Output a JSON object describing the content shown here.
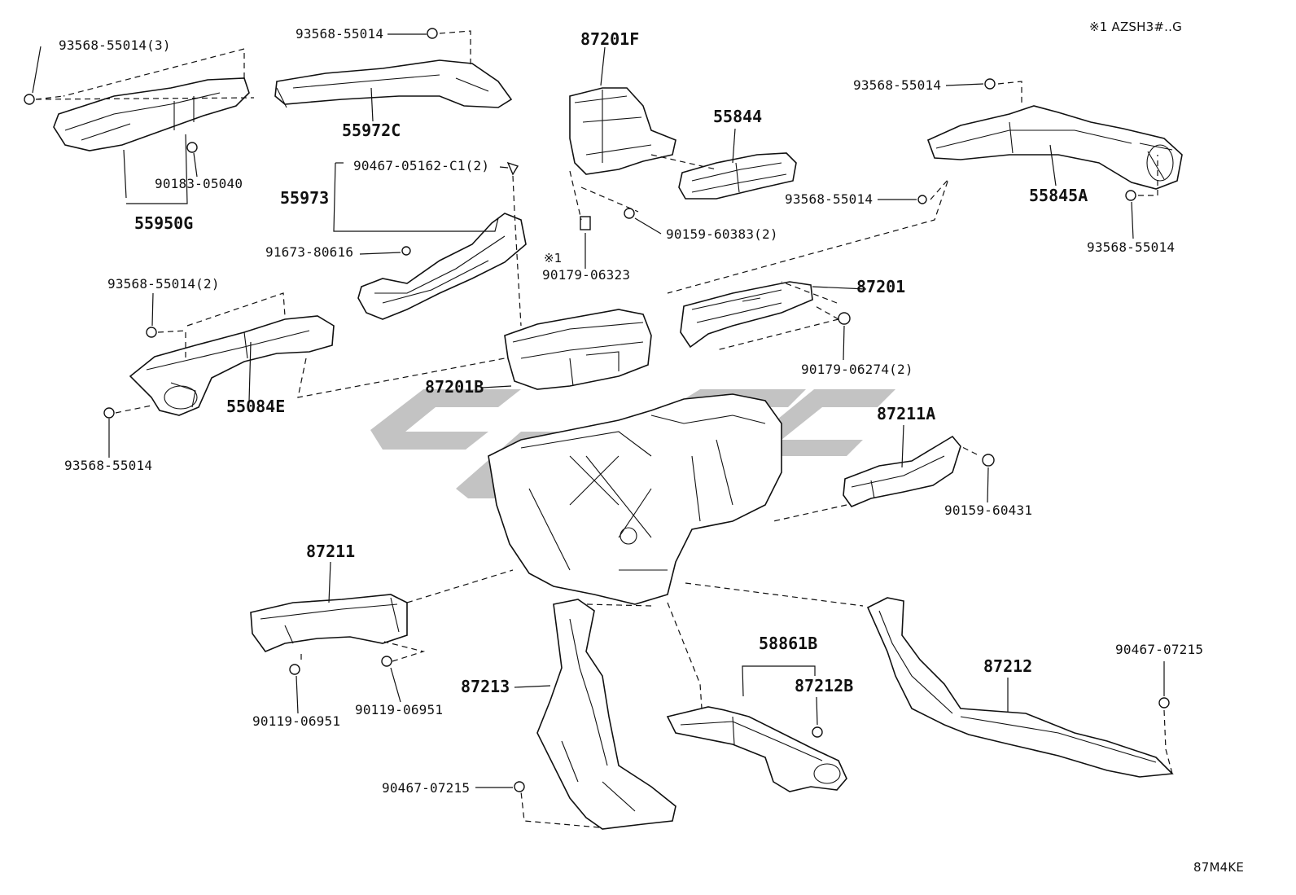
{
  "note": "※1 AZSH3#..G",
  "diagram_code": "87M4KE",
  "callouts": [
    {
      "id": "c1",
      "text": "93568-55014(3)"
    },
    {
      "id": "c2",
      "text": "93568-55014"
    },
    {
      "id": "c3",
      "text": "87201F"
    },
    {
      "id": "c4",
      "text": "55844"
    },
    {
      "id": "c5",
      "text": "93568-55014"
    },
    {
      "id": "c6",
      "text": "55972C"
    },
    {
      "id": "c7",
      "text": "90183-05040"
    },
    {
      "id": "c8",
      "text": "55950G"
    },
    {
      "id": "c9",
      "text": "90467-05162-C1(2)"
    },
    {
      "id": "c10",
      "text": "55973"
    },
    {
      "id": "c11",
      "text": "91673-80616"
    },
    {
      "id": "c12",
      "text": "90159-60383(2)"
    },
    {
      "id": "c13",
      "text": "※1"
    },
    {
      "id": "c14",
      "text": "90179-06323"
    },
    {
      "id": "c15",
      "text": "93568-55014"
    },
    {
      "id": "c16",
      "text": "55845A"
    },
    {
      "id": "c17",
      "text": "93568-55014"
    },
    {
      "id": "c18",
      "text": "93568-55014(2)"
    },
    {
      "id": "c19",
      "text": "87201"
    },
    {
      "id": "c20",
      "text": "90179-06274(2)"
    },
    {
      "id": "c21",
      "text": "55084E"
    },
    {
      "id": "c22",
      "text": "87201B"
    },
    {
      "id": "c23",
      "text": "93568-55014"
    },
    {
      "id": "c24",
      "text": "87211A"
    },
    {
      "id": "c25",
      "text": "90159-60431"
    },
    {
      "id": "c26",
      "text": "87211"
    },
    {
      "id": "c27",
      "text": "58861B"
    },
    {
      "id": "c28",
      "text": "87212B"
    },
    {
      "id": "c29",
      "text": "87212"
    },
    {
      "id": "c30",
      "text": "90467-07215"
    },
    {
      "id": "c31",
      "text": "87213"
    },
    {
      "id": "c32",
      "text": "90119-06951"
    },
    {
      "id": "c33",
      "text": "90119-06951"
    },
    {
      "id": "c34",
      "text": "90467-07215"
    }
  ]
}
